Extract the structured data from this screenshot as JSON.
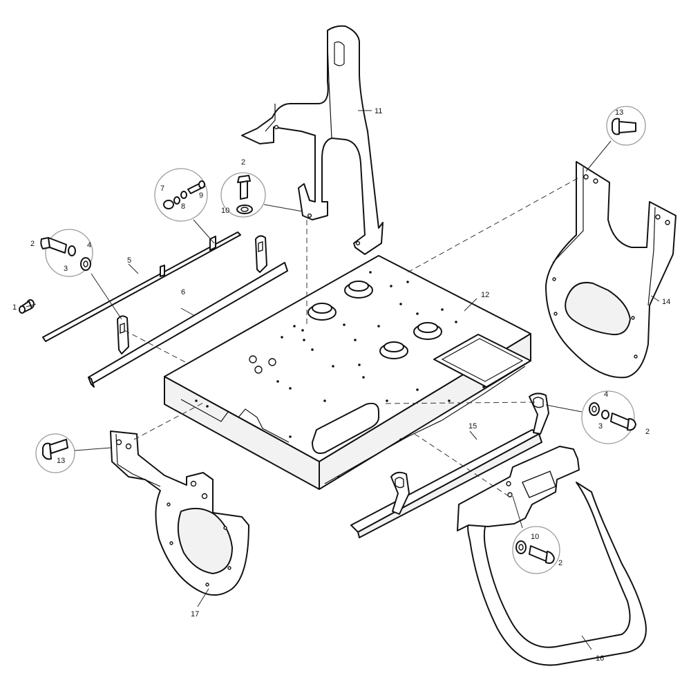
{
  "diagram": {
    "type": "exploded-parts-view",
    "labels": {
      "l1": "1",
      "l2a": "2",
      "l2b": "2",
      "l2c": "2",
      "l2d": "2",
      "l3a": "3",
      "l3b": "3",
      "l4a": "4",
      "l4b": "4",
      "l5": "5",
      "l6": "6",
      "l7": "7",
      "l8": "8",
      "l9": "9",
      "l10a": "10",
      "l10b": "10",
      "l11": "11",
      "l12": "12",
      "l13a": "13",
      "l13b": "13",
      "l14": "14",
      "l15": "15",
      "l16": "16",
      "l17": "17"
    }
  }
}
